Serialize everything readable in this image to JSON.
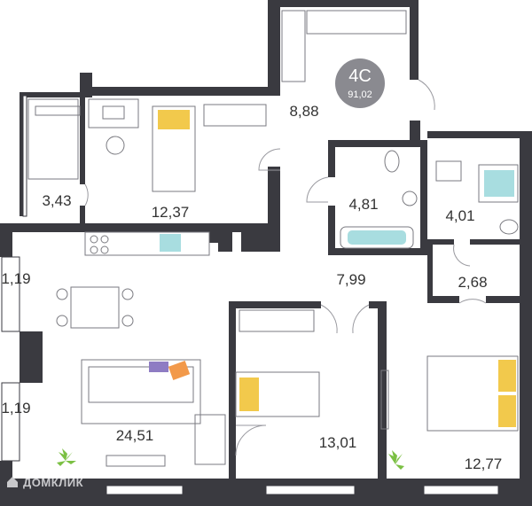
{
  "badge": {
    "type": "4С",
    "area": "91,02",
    "color": "#8a8a90"
  },
  "rooms": [
    {
      "id": "hall-top",
      "area": "8,88"
    },
    {
      "id": "balcony",
      "area": "3,43"
    },
    {
      "id": "bedroom-nw",
      "area": "12,37"
    },
    {
      "id": "bath",
      "area": "4,81"
    },
    {
      "id": "wc",
      "area": "4,01"
    },
    {
      "id": "corridor",
      "area": "7,99"
    },
    {
      "id": "closet",
      "area": "2,68"
    },
    {
      "id": "loggia-1",
      "area": "1,19"
    },
    {
      "id": "loggia-2",
      "area": "1,19"
    },
    {
      "id": "living",
      "area": "24,51"
    },
    {
      "id": "bedroom-s",
      "area": "13,01"
    },
    {
      "id": "bedroom-se",
      "area": "12,77"
    }
  ],
  "watermark": "ДОМКЛИК",
  "colors": {
    "wall": "#3a3a40",
    "accent_yellow": "#f2c94c",
    "accent_teal": "#a8dde0",
    "accent_purple": "#8e7cc3",
    "accent_orange": "#f2994a",
    "plant": "#7bc043"
  }
}
